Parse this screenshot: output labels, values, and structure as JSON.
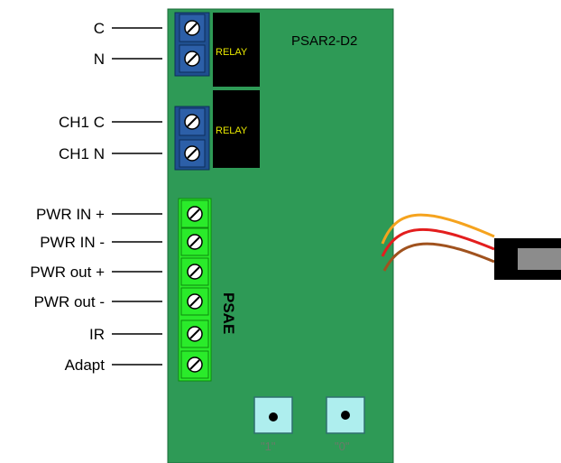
{
  "board": {
    "model": "PSAR2-D2",
    "module_label": "PSAE",
    "relay_label": "RELAY",
    "colors": {
      "board": "#2e9a56",
      "blue_terminal": "#1f4f8f",
      "green_terminal": "#2aeb2a",
      "relay": "#000000",
      "button": "#aeeeee"
    }
  },
  "terminals": [
    {
      "label": "C",
      "group": "relay1"
    },
    {
      "label": "N",
      "group": "relay1"
    },
    {
      "label": "CH1 C",
      "group": "relay2"
    },
    {
      "label": "CH1 N",
      "group": "relay2"
    },
    {
      "label": "PWR IN +",
      "group": "psae"
    },
    {
      "label": "PWR IN -",
      "group": "psae"
    },
    {
      "label": "PWR out +",
      "group": "psae"
    },
    {
      "label": "PWR out -",
      "group": "psae"
    },
    {
      "label": "IR",
      "group": "psae"
    },
    {
      "label": "Adapt",
      "group": "psae"
    }
  ],
  "buttons": [
    {
      "label": "\"1\""
    },
    {
      "label": "\"0\""
    }
  ],
  "cable": {
    "wire_colors": [
      "#f5a31e",
      "#e31e1e",
      "#a0521e"
    ]
  }
}
